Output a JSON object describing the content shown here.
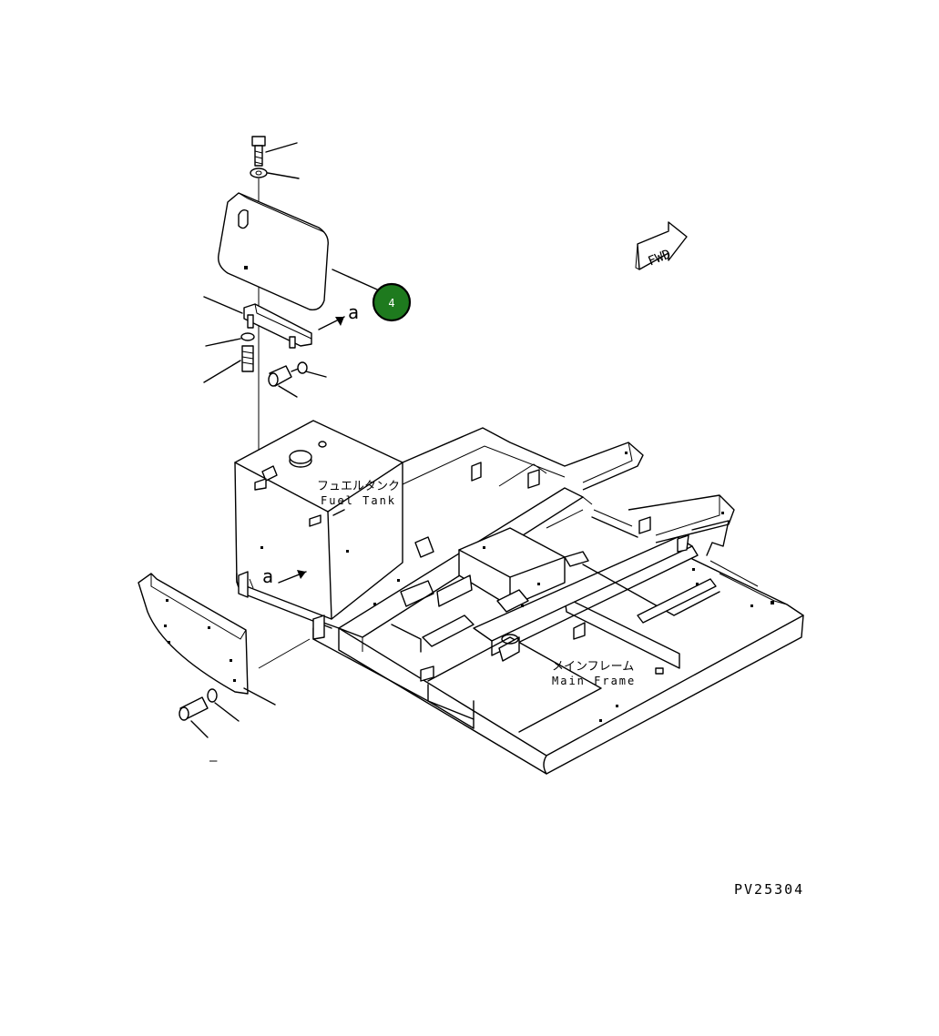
{
  "diagram": {
    "drawing_number": "PV25304",
    "fwd_label": "FWD",
    "callout": {
      "number": "4",
      "color": "#1e7a1e"
    },
    "view_marker": "a",
    "fuel_tank": {
      "label_jp": "フュエルタンク",
      "label_en": "Fuel Tank"
    },
    "main_frame": {
      "label_jp": "メインフレーム",
      "label_en": "Main Frame"
    },
    "dash_mark": "–"
  }
}
